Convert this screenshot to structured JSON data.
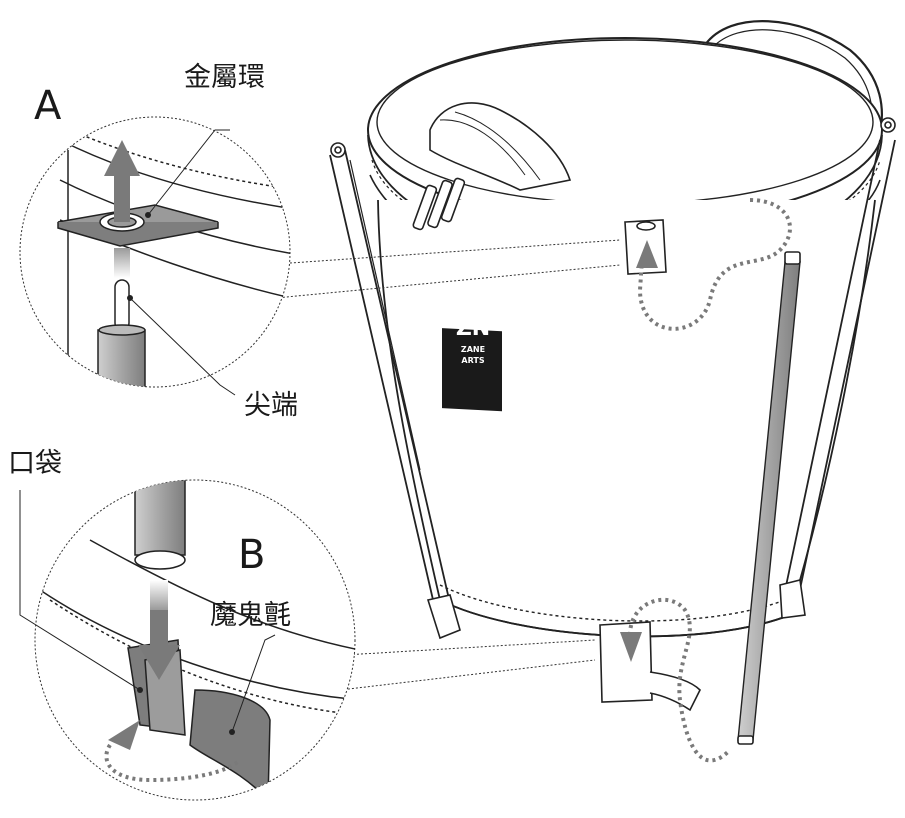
{
  "labels": {
    "section_a": "A",
    "section_b": "B",
    "metal_ring": "金屬環",
    "tip": "尖端",
    "pocket": "口袋",
    "velcro": "魔鬼氈"
  },
  "logo": {
    "mark": "ZN",
    "line1": "ZANE",
    "line2": "ARTS"
  },
  "colors": {
    "stroke": "#222222",
    "fabric": "#ffffff",
    "pole": "#9a9a9a",
    "strap": "#7d7d7d",
    "logo_bg": "#1a1a1a",
    "arrow": "#888888"
  }
}
